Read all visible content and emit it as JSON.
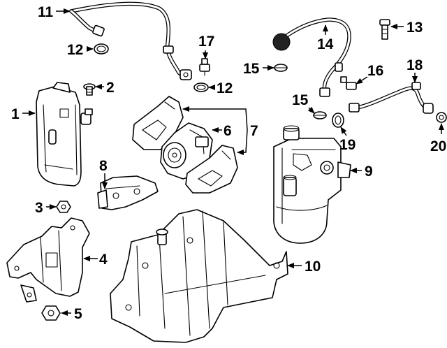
{
  "callouts": {
    "c1": "1",
    "c2": "2",
    "c3": "3",
    "c4": "4",
    "c5": "5",
    "c6": "6",
    "c7": "7",
    "c8": "8",
    "c9": "9",
    "c10": "10",
    "c11": "11",
    "c12a": "12",
    "c12b": "12",
    "c13": "13",
    "c14": "14",
    "c15a": "15",
    "c15b": "15",
    "c16": "16",
    "c17": "17",
    "c18": "18",
    "c19": "19",
    "c20": "20"
  },
  "colors": {
    "line": "#000000",
    "background": "#ffffff"
  }
}
